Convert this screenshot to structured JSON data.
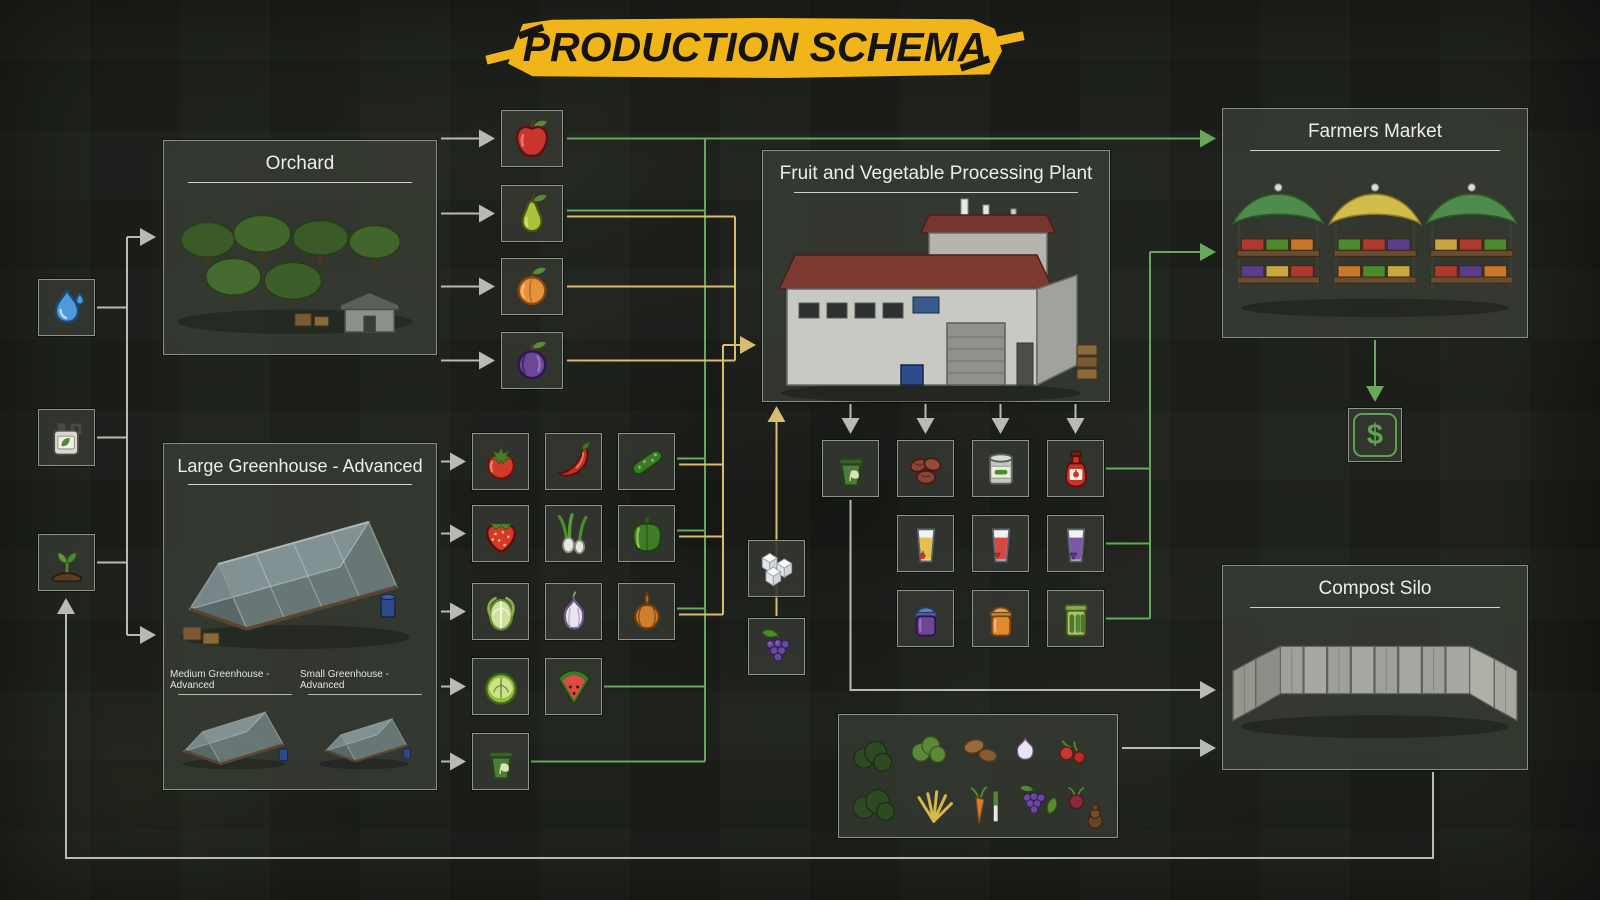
{
  "title": "PRODUCTION SCHEMA",
  "panels": {
    "orchard": {
      "title": "Orchard"
    },
    "greenhouse": {
      "title": "Large Greenhouse - Advanced",
      "medium_label": "Medium Greenhouse - Advanced",
      "small_label": "Small Greenhouse - Advanced"
    },
    "plant": {
      "title": "Fruit and Vegetable Processing Plant"
    },
    "market": {
      "title": "Farmers Market"
    },
    "silo": {
      "title": "Compost Silo"
    }
  },
  "money": {
    "symbol": "$"
  },
  "inputs": [
    "water",
    "fertilizer",
    "seedling"
  ],
  "orchard_outputs": [
    "apple",
    "pear",
    "apricot",
    "plum"
  ],
  "greenhouse_outputs": [
    "tomato",
    "chili-pepper",
    "cucumber",
    "strawberry",
    "spring-onion",
    "bell-pepper",
    "napa-cabbage",
    "garlic",
    "onion",
    "lettuce",
    "watermelon",
    "compost"
  ],
  "extra_processing_inputs": [
    "sugar",
    "grapes"
  ],
  "plant_outputs": [
    "compost",
    "dried-fruit",
    "canned-vegetables",
    "ketchup",
    "apple-juice",
    "strawberry-juice",
    "grape-juice",
    "plum-jam",
    "apricot-jam",
    "pickled-cucumbers"
  ],
  "waste_materials": [
    "bush",
    "leafy-bush",
    "potatoes",
    "turnip",
    "radishes",
    "shrub",
    "straw",
    "carrot",
    "leek",
    "grapes",
    "leaves",
    "manure"
  ],
  "flow_colors": {
    "to_market": "#69a85c",
    "to_processing": "#d9bd6e",
    "generic": "#b7bbb2"
  }
}
